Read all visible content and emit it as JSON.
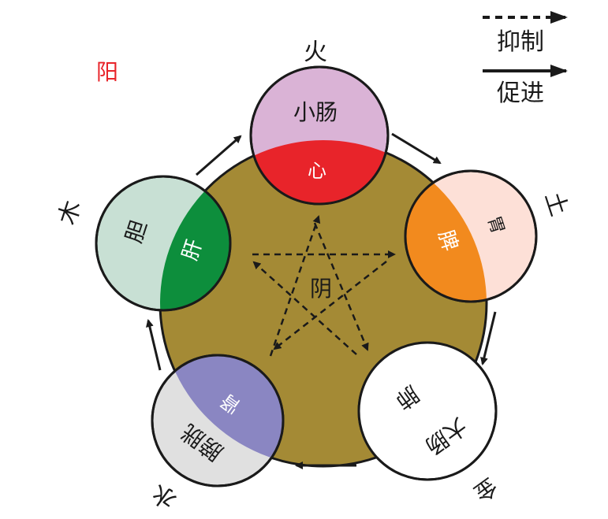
{
  "labels": {
    "yang": "阳",
    "yin": "阴"
  },
  "legend": {
    "inhibit": "抑制",
    "promote": "促进"
  },
  "elements": {
    "fire": {
      "name": "火",
      "yang_organ": "小肠",
      "yin_organ": "心",
      "yang_color": "#DAB3D6",
      "yin_color": "#E8242A"
    },
    "earth": {
      "name": "土",
      "yang_organ": "胃",
      "yin_organ": "脾",
      "yang_color": "#FDE0D7",
      "yin_color": "#F28A1E"
    },
    "metal": {
      "name": "金",
      "yang_organ": "大肠",
      "yin_organ": "肺",
      "yang_color": "#FFFFFF",
      "yin_color": "#FFFFFF"
    },
    "water": {
      "name": "水",
      "yang_organ": "膀胱",
      "yin_organ": "肾",
      "yang_color": "#E0E0E0",
      "yin_color": "#8A86C2"
    },
    "wood": {
      "name": "木",
      "yang_organ": "胆",
      "yin_organ": "肝",
      "yang_color": "#C8E0D4",
      "yin_color": "#0D8E3C"
    }
  },
  "colors": {
    "center": "#A48A35",
    "stroke": "#1A1A1A",
    "yang_label": "#E8242A"
  }
}
